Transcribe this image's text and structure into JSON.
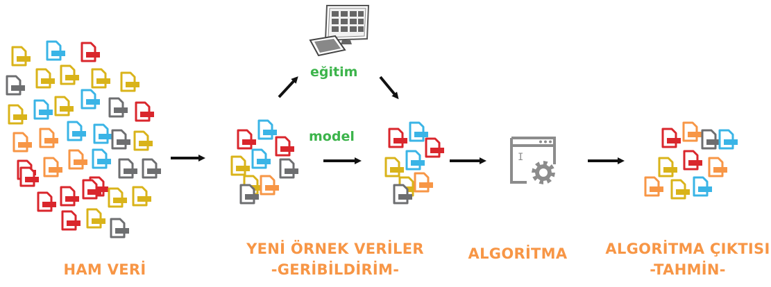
{
  "labels": {
    "ham_veri": "HAM VERİ",
    "yeni_ornek_line1": "YENİ ÖRNEK VERİLER",
    "yeni_ornek_line2": "-GERİBİLDİRİM-",
    "algoritma": "ALGORİTMA",
    "cikti_line1": "ALGORİTMA ÇIKTISI",
    "cikti_line2": "-TAHMİN-",
    "egitim": "eğitim",
    "model": "model"
  },
  "colors": {
    "yellow": "#d9b31a",
    "blue": "#3ab4e6",
    "red": "#d9262c",
    "gray": "#6d6e70",
    "orange": "#f79646",
    "label": "#f79646",
    "green_text": "#3cb44b",
    "arrow": "#111111",
    "icon_gray": "#8c8c8c"
  },
  "icons": {
    "document": "document-icon",
    "computer": "computer-icon",
    "algorithm": "algorithm-gear-icon",
    "arrow": "arrow-icon"
  }
}
